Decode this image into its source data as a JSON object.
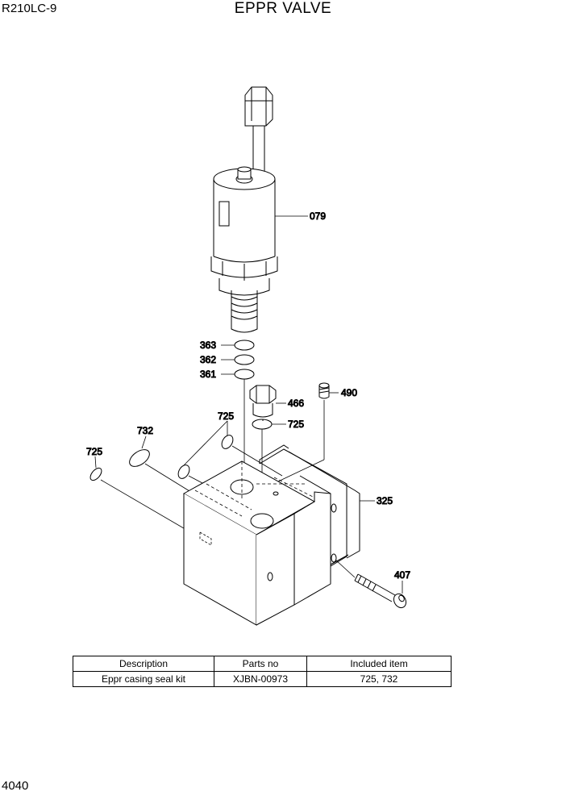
{
  "header": {
    "model": "R210LC-9",
    "title": "EPPR VALVE"
  },
  "footer": {
    "page_number": "4040"
  },
  "callouts": {
    "c079": "079",
    "c363": "363",
    "c362": "362",
    "c361": "361",
    "c466": "466",
    "c490": "490",
    "c725a": "725",
    "c725b": "725",
    "c725c": "725",
    "c732": "732",
    "c325": "325",
    "c407": "407"
  },
  "kit_table": {
    "headers": [
      "Description",
      "Parts no",
      "Included item"
    ],
    "rows": [
      [
        "Eppr casing seal kit",
        "XJBN-00973",
        "725, 732"
      ]
    ]
  }
}
